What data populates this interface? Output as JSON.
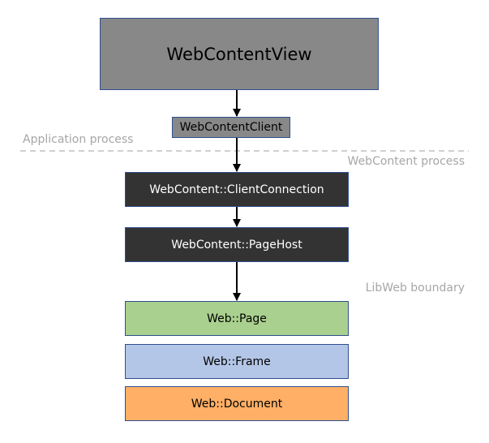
{
  "diagram": {
    "nodes": {
      "web_content_view": "WebContentView",
      "web_content_client": "WebContentClient",
      "client_connection": "WebContent::ClientConnection",
      "page_host": "WebContent::PageHost",
      "web_page": "Web::Page",
      "web_frame": "Web::Frame",
      "web_document": "Web::Document"
    },
    "labels": {
      "application_process": "Application process",
      "webcontent_process": "WebContent process",
      "libweb_boundary": "LibWeb boundary"
    },
    "colors": {
      "view_fill": "#888888",
      "client_fill": "#888888",
      "dark_fill": "#333333",
      "page_fill": "#a9d08e",
      "frame_fill": "#b4c6e7",
      "document_fill": "#ffb066",
      "border": "#2f4f8f",
      "boundary_line": "#bfbfbf",
      "boundary_text": "#a6a6a6"
    },
    "edges": [
      {
        "from": "WebContentView",
        "to": "WebContentClient"
      },
      {
        "from": "WebContentClient",
        "to": "WebContent::ClientConnection"
      },
      {
        "from": "WebContent::ClientConnection",
        "to": "WebContent::PageHost"
      },
      {
        "from": "WebContent::PageHost",
        "to": "Web::Page"
      }
    ]
  }
}
